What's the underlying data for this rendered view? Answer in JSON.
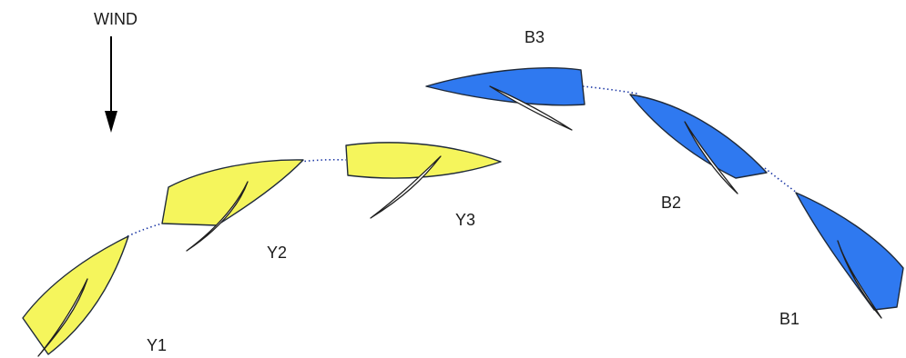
{
  "wind": {
    "label": "WIND",
    "arrow_icon": "down-arrow-icon"
  },
  "colors": {
    "yellow_boat": "#f5f55c",
    "blue_boat": "#2f79f0",
    "track": "#1f3aa6"
  },
  "boats": [
    {
      "id": "Y1",
      "label": "Y1",
      "color": "yellow"
    },
    {
      "id": "Y2",
      "label": "Y2",
      "color": "yellow"
    },
    {
      "id": "Y3",
      "label": "Y3",
      "color": "yellow"
    },
    {
      "id": "B1",
      "label": "B1",
      "color": "blue"
    },
    {
      "id": "B2",
      "label": "B2",
      "color": "blue"
    },
    {
      "id": "B3",
      "label": "B3",
      "color": "blue"
    }
  ]
}
